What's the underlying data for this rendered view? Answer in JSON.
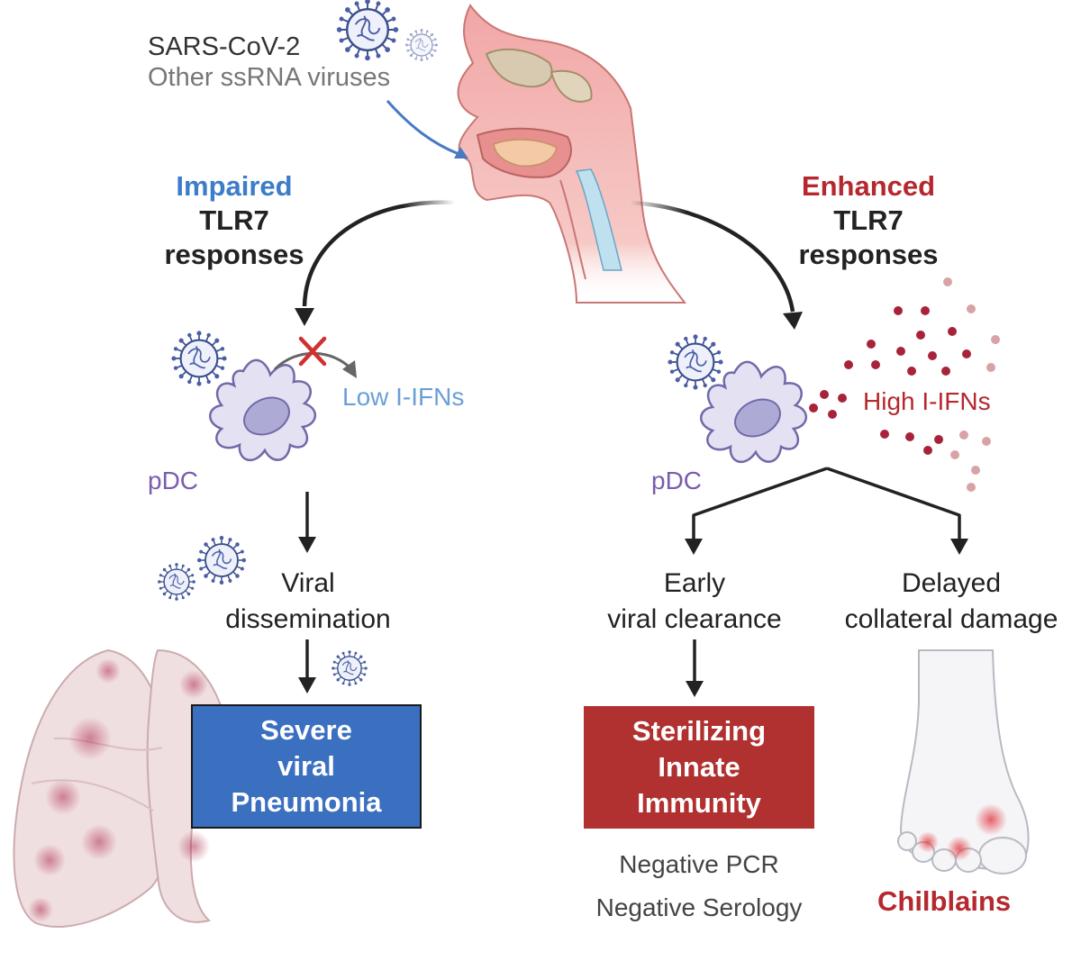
{
  "virus_labels": {
    "primary": "SARS-CoV-2",
    "secondary": "Other ssRNA viruses"
  },
  "left_branch": {
    "heading": [
      "Impaired",
      "TLR7",
      "responses"
    ],
    "cell_label": "pDC",
    "ifn_label": "Low I-IFNs",
    "step_label": [
      "Viral",
      "dissemination"
    ],
    "outcome_box": [
      "Severe",
      "viral",
      "Pneumonia"
    ]
  },
  "right_branch": {
    "heading": [
      "Enhanced",
      "TLR7",
      "responses"
    ],
    "cell_label": "pDC",
    "ifn_label": "High I-IFNs",
    "clearance_label": [
      "Early",
      "viral clearance"
    ],
    "damage_label": [
      "Delayed",
      "collateral damage"
    ],
    "outcome_box": [
      "Sterilizing",
      "Innate",
      "Immunity"
    ],
    "test_results": [
      "Negative PCR",
      "Negative Serology"
    ],
    "symptom_label": "Chilblains"
  },
  "colors": {
    "impaired_blue": "#3d7cc9",
    "enhanced_red": "#b5282e",
    "pneumonia_box": "#3b6fc0",
    "immunity_box": "#b0312f",
    "pdc_purple": "#7a5cb0",
    "low_ifn_text": "#6a9fd8",
    "high_ifn_text": "#b5282e"
  },
  "icons": [
    "virus-icon",
    "nasal-airway-illustration",
    "pdc-cell-icon",
    "blocked-signal-cross-icon",
    "interferon-particles",
    "lungs-illustration",
    "foot-illustration"
  ]
}
